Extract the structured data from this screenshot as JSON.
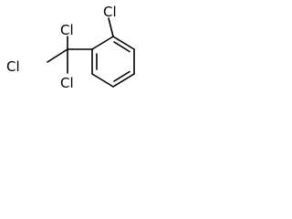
{
  "molecule": {
    "atoms": {
      "cl_ring": "Cl",
      "cl_top": "Cl",
      "cl_left": "Cl",
      "cl_bottom": "Cl"
    },
    "bond_color": "#000000",
    "label_color": "#000000"
  }
}
